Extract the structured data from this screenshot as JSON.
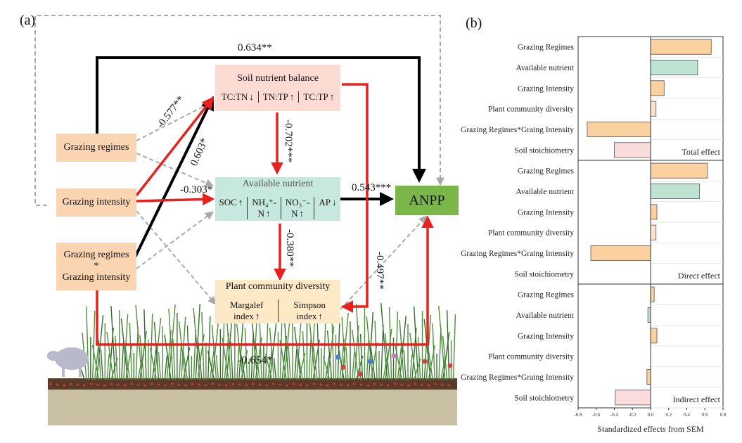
{
  "panel_a": {
    "label": "(a)",
    "boxes": {
      "soil_balance": {
        "title": "Soil nutrient balance",
        "items": [
          "TC:TN",
          "TN:TP",
          "TC:TP"
        ],
        "dirs": [
          "down",
          "up",
          "up"
        ]
      },
      "available": {
        "title": "Available nutrient",
        "items": [
          "SOC",
          "NH₄⁺-N",
          "NO₃⁻-N",
          "AP"
        ],
        "dirs": [
          "up",
          "up",
          "up",
          "down"
        ]
      },
      "plant": {
        "title": "Plant community diversity",
        "items": [
          "Margalef index",
          "Simpson index"
        ],
        "dirs": [
          "up",
          "up"
        ]
      },
      "grazing_regimes": "Grazing regimes",
      "grazing_intensity": "Grazing intensity",
      "interaction_lines": [
        "Grazing regimes",
        "*",
        "Grazing intensity"
      ],
      "anpp": "ANPP"
    },
    "coefficients": {
      "gr_anpp": "0.634**",
      "gi_soil": "-0.577**",
      "int_soil": "0.603*",
      "gi_avail": "-0.303*",
      "soil_avail": "-0.702***",
      "avail_anpp": "0.543***",
      "avail_plant": "-0.380**",
      "soil_plant": "-0.497**",
      "int_anpp": "-0.654*"
    },
    "colors": {
      "positive": "#000000",
      "negative": "#e8211f",
      "nonsig": "#aaaaaa"
    }
  },
  "panel_b": {
    "label": "(b)",
    "chart_data": {
      "type": "bar",
      "orientation": "horizontal",
      "xlabel": "Standardized effects from SEM",
      "xlim": [
        -0.8,
        0.8
      ],
      "xticks": [
        "-0.8",
        "-0.6",
        "-0.4",
        "-0.2",
        "0.0",
        "0.2",
        "0.4",
        "0.6",
        "0.8"
      ],
      "panels": [
        {
          "name": "Total effect",
          "categories": [
            "Grazing Regimes",
            "Available nutrient",
            "Grazing Intensity",
            "Plant community diversity",
            "Grazing Regimes*Graing Intensity",
            "Soil stoichiometry"
          ],
          "values": [
            0.67,
            0.52,
            0.15,
            0.06,
            -0.7,
            -0.4
          ]
        },
        {
          "name": "Direct effect",
          "categories": [
            "Grazing Regimes",
            "Available nutrient",
            "Grazing Intensity",
            "Plant community diversity",
            "Grazing Regimes*Graing Intensity",
            "Soil stoichiometry"
          ],
          "values": [
            0.63,
            0.54,
            0.07,
            0.06,
            -0.66,
            0
          ]
        },
        {
          "name": "Indirect effect",
          "categories": [
            "Grazing Regimes",
            "Available nutrient",
            "Grazing Intensity",
            "Plant community diversity",
            "Grazing Regimes*Graing Intensity",
            "Soil stoichiometry"
          ],
          "values": [
            0.04,
            -0.03,
            0.07,
            0,
            -0.04,
            -0.39
          ]
        }
      ],
      "colors": {
        "Grazing Regimes": "#fbd19f",
        "Available nutrient": "#bfe3d3",
        "Grazing Intensity": "#fbd19f",
        "Plant community diversity": "#fde3cc",
        "Grazing Regimes*Graing Intensity": "#fbd19f",
        "Soil stoichiometry": "#fbdcdc"
      }
    }
  }
}
